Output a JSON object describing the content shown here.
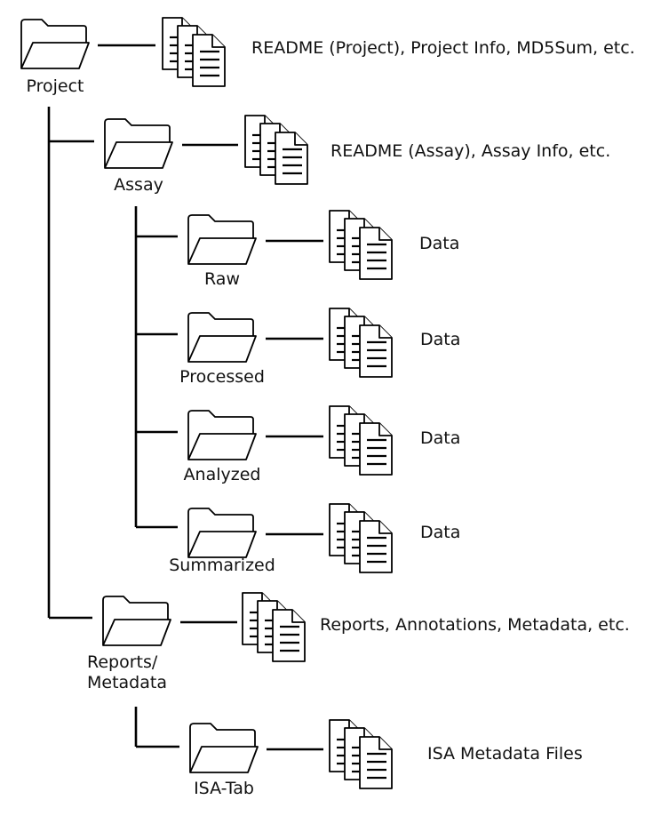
{
  "title": "Project directory structure",
  "nodes": [
    {
      "id": "project",
      "label": "Project",
      "contents": "README (Project), Project Info, MD5Sum, etc."
    },
    {
      "id": "assay",
      "label": "Assay",
      "parent": "project",
      "contents": "README (Assay), Assay Info, etc."
    },
    {
      "id": "raw",
      "label": "Raw",
      "parent": "assay",
      "contents": "Data"
    },
    {
      "id": "processed",
      "label": "Processed",
      "parent": "assay",
      "contents": "Data"
    },
    {
      "id": "analyzed",
      "label": "Analyzed",
      "parent": "assay",
      "contents": "Data"
    },
    {
      "id": "summarized",
      "label": "Summarized",
      "parent": "assay",
      "contents": "Data"
    },
    {
      "id": "reports",
      "label": "Reports/\nMetadata",
      "label_lines": [
        "Reports/",
        "Metadata"
      ],
      "parent": "project",
      "contents": "Reports, Annotations, Metadata, etc."
    },
    {
      "id": "isatab",
      "label": "ISA-Tab",
      "parent": "reports",
      "contents": "ISA Metadata Files"
    }
  ],
  "icons": {
    "folder": "folder-icon",
    "documents": "documents-icon"
  }
}
